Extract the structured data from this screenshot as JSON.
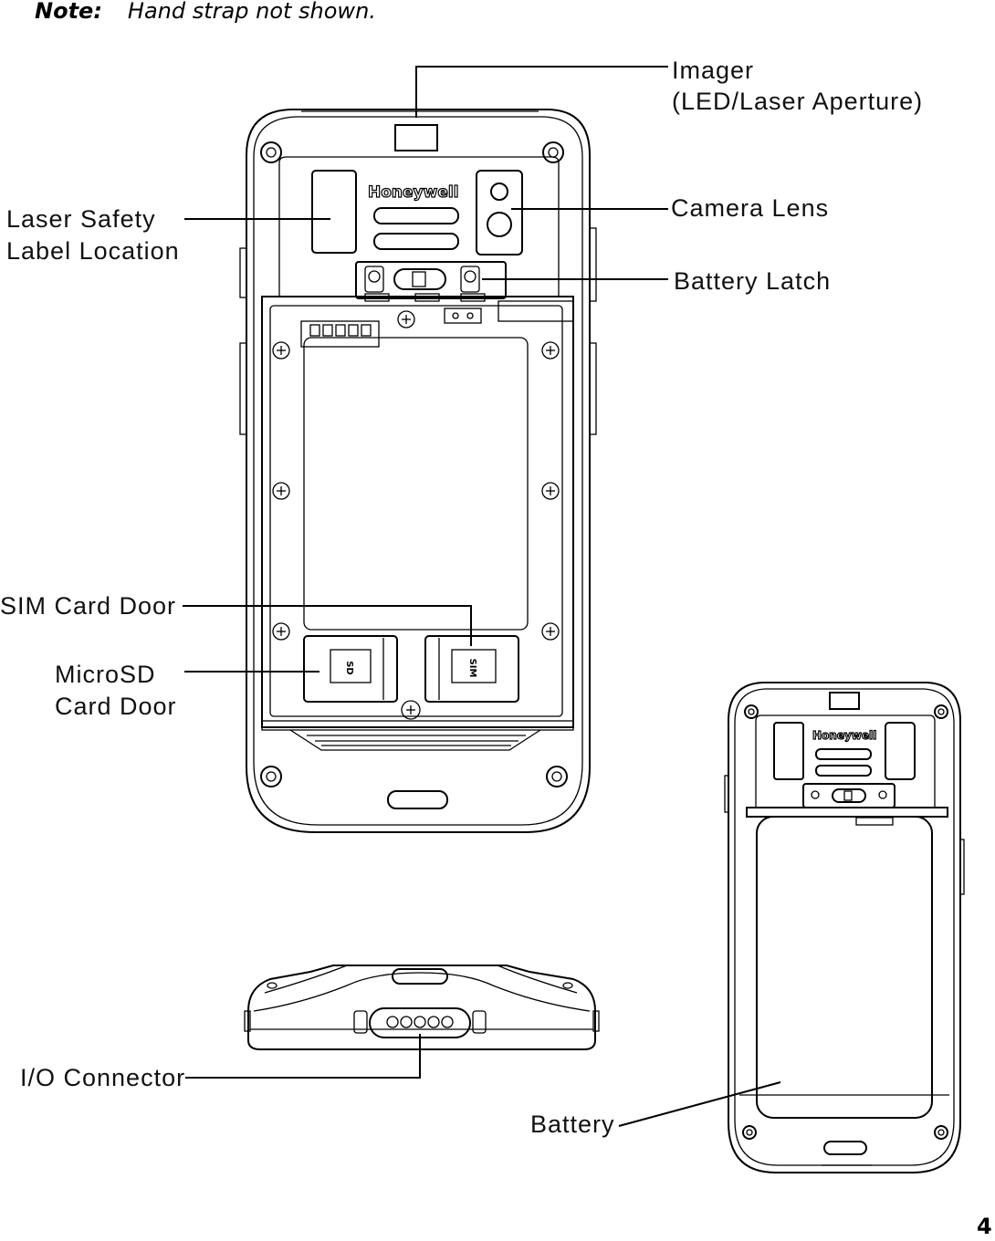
{
  "note": {
    "label": "Note:",
    "text": "Hand strap not shown."
  },
  "brand": "Honeywell",
  "labels": {
    "imager_1": "Imager",
    "imager_2": "(LED/Laser Aperture)",
    "camera_lens": "Camera Lens",
    "battery_latch": "Battery Latch",
    "laser_safety_1": "Laser Safety",
    "laser_safety_2": "Label Location",
    "sim_card_door": "SIM Card Door",
    "microsd_1": "MicroSD",
    "microsd_2": "Card Door",
    "io_connector": "I/O Connector",
    "battery": "Battery"
  },
  "card_marks": {
    "sd": "SD",
    "sim": "SIM"
  },
  "page_number": "4"
}
